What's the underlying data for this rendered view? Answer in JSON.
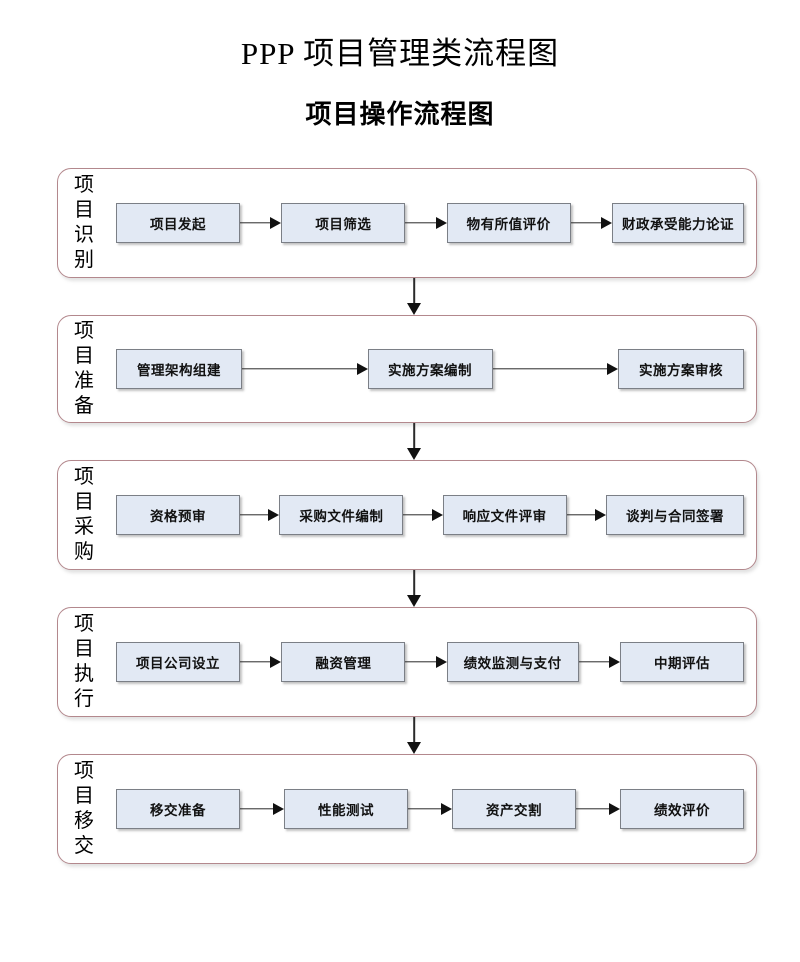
{
  "document": {
    "title": "PPP 项目管理类流程图",
    "subtitle": "项目操作流程图"
  },
  "theme": {
    "stage_border_color": "#b3888d",
    "step_fill_color": "#e2e9f4",
    "step_border_color": "#7b7f86",
    "connector_color": "#2a2a2a",
    "page_background": "#ffffff"
  },
  "chart_data": {
    "type": "diagram",
    "diagram_kind": "flowchart",
    "title": "PPP 项目管理类流程图",
    "subtitle": "项目操作流程图",
    "orientation": "vertical-stages-with-horizontal-steps",
    "stages": [
      {
        "label": "项目识别",
        "steps": [
          "项目发起",
          "项目筛选",
          "物有所值评价",
          "财政承受能力论证"
        ]
      },
      {
        "label": "项目准备",
        "steps": [
          "管理架构组建",
          "实施方案编制",
          "实施方案审核"
        ]
      },
      {
        "label": "项目采购",
        "steps": [
          "资格预审",
          "采购文件编制",
          "响应文件评审",
          "谈判与合同签署"
        ]
      },
      {
        "label": "项目执行",
        "steps": [
          "项目公司设立",
          "融资管理",
          "绩效监测与支付",
          "中期评估"
        ]
      },
      {
        "label": "项目移交",
        "steps": [
          "移交准备",
          "性能测试",
          "资产交割",
          "绩效评价"
        ]
      }
    ]
  },
  "layout": {
    "stage_tops": [
      0,
      147,
      292,
      439,
      586
    ],
    "stage_heights": [
      110,
      108,
      110,
      110,
      110
    ],
    "connector_tops": [
      110,
      255,
      402,
      549
    ],
    "connector_heights": [
      37,
      37,
      37,
      37
    ],
    "step_widths": [
      [
        124,
        124,
        124,
        132
      ],
      [
        126,
        125,
        126
      ],
      [
        124,
        124,
        124,
        138
      ],
      [
        124,
        124,
        132,
        124
      ],
      [
        124,
        124,
        124,
        124
      ]
    ]
  }
}
